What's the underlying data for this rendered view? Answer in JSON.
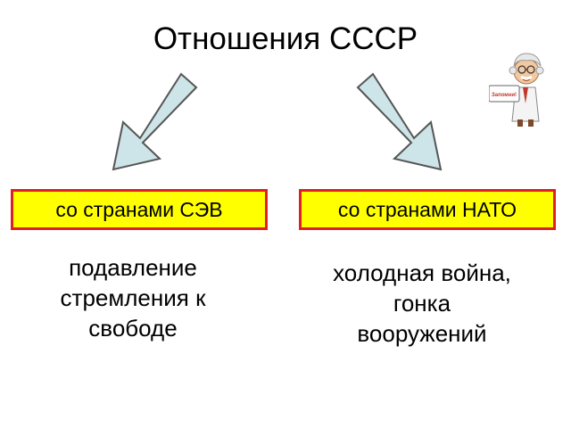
{
  "title": "Отношения СССР",
  "branches": [
    {
      "label": "со странами СЭВ",
      "description": "подавление\nстремления к\nсвободе"
    },
    {
      "label": "со странами НАТО",
      "description": "холодная война,\nгонка\nвооружений"
    }
  ],
  "mascot": {
    "sign_text": "Запомни!"
  },
  "colors": {
    "box_fill": "#ffff00",
    "box_border": "#e02020",
    "arrow_fill": "#cde4e8",
    "arrow_stroke": "#555555"
  }
}
